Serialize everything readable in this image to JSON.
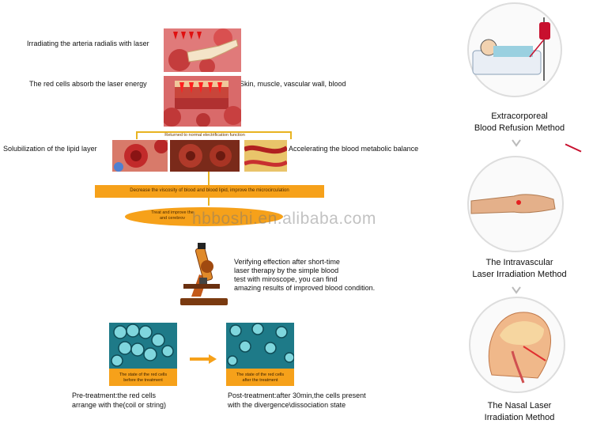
{
  "left": {
    "label_irradiating": "Irradiating the arteria radialis with laser",
    "label_absorb": "The red cells absorb the laser energy",
    "label_tissue": "Skin, muscle, vascular wall, blood",
    "label_returned": "Returned to normal electrification function",
    "label_solubilization": "Solubilization of the lipid layer",
    "label_accelerating": "Accelerating the blood metabolic balance",
    "label_decrease": "Decrease the viscosity of blood and blood lipid, improve the microcirculation",
    "label_treat_line1": "Treat and improve the",
    "label_treat_line2": "and cerebrov",
    "label_verify": [
      "Verifying effection after short-time",
      "laser therapy by the simple blood",
      "test with miroscope, you can find",
      "amazing results of improved blood condition."
    ],
    "before_caption": [
      "The state of the red cells",
      "before the treatment"
    ],
    "after_caption": [
      "The state of the red cells",
      "after the treatment"
    ],
    "pre_text": [
      "Pre-treatment:the red cells",
      "arrange with the(coil or string)"
    ],
    "post_text": [
      "Post-treatment:after 30min,the cells present",
      "with the divergence\\dissociation state"
    ]
  },
  "right": {
    "method1": [
      "Extracorporeal",
      "Blood Refusion Method"
    ],
    "method2": [
      "The Intravascular",
      "Laser Irradiation Method"
    ],
    "method3": [
      "The Nasal Laser",
      "Irradiation Method"
    ]
  },
  "watermark": "hbboshi.en.alibaba.com",
  "colors": {
    "orange": "#f6a11a",
    "gold": "#e8b321",
    "red": "#c8102e",
    "cyan": "#3aa7b5"
  }
}
